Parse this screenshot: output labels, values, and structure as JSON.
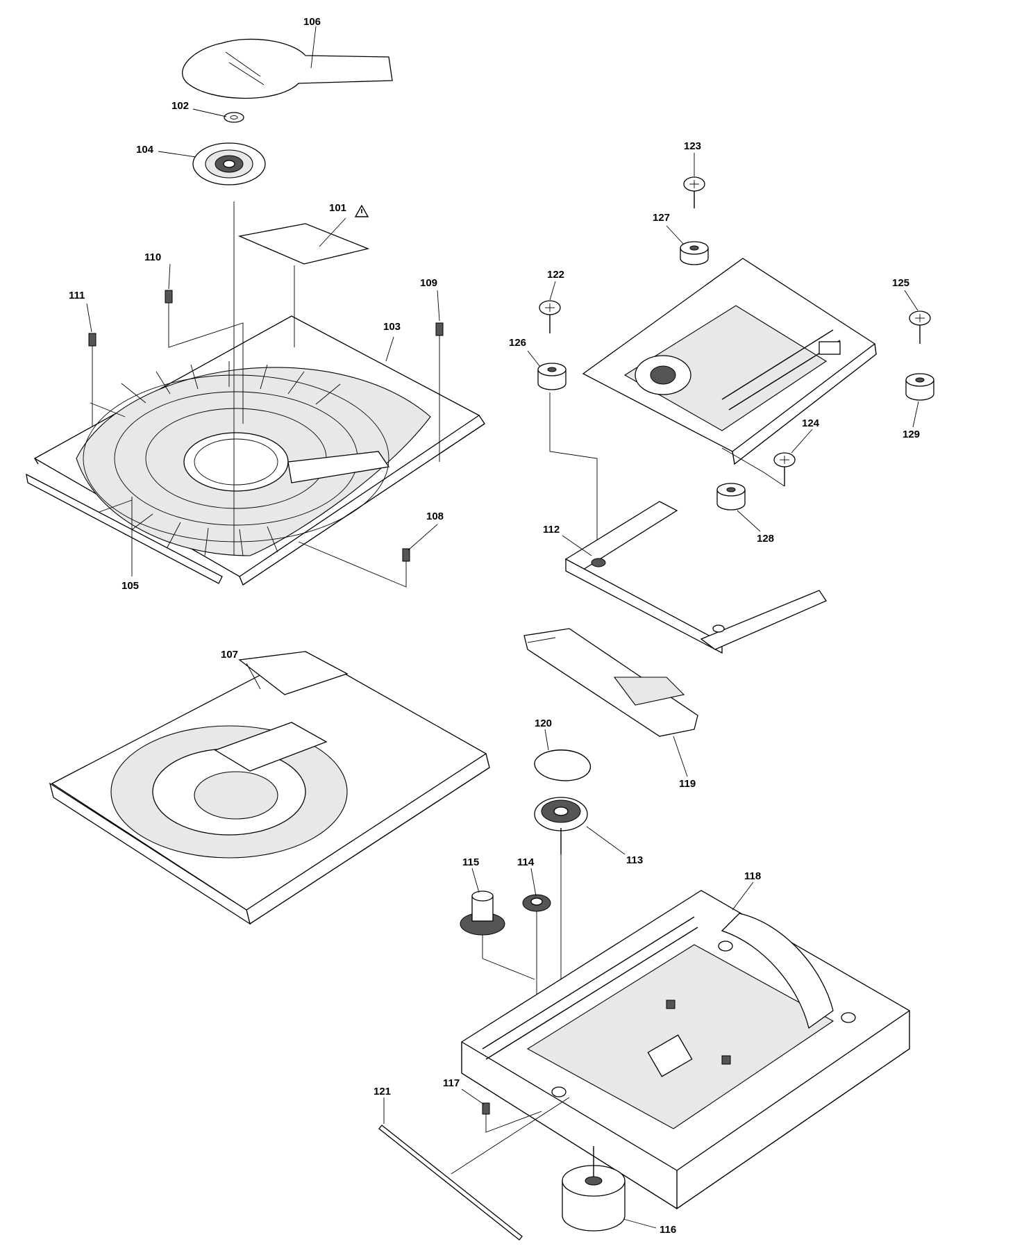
{
  "labels": {
    "p101": "101",
    "p102": "102",
    "p103": "103",
    "p104": "104",
    "p105": "105",
    "p106": "106",
    "p107": "107",
    "p108": "108",
    "p109": "109",
    "p110": "110",
    "p111": "111",
    "p112": "112",
    "p113": "113",
    "p114": "114",
    "p115": "115",
    "p116": "116",
    "p117": "117",
    "p118": "118",
    "p119": "119",
    "p120": "120",
    "p121": "121",
    "p122": "122",
    "p123": "123",
    "p124": "124",
    "p125": "125",
    "p126": "126",
    "p127": "127",
    "p128": "128",
    "p129": "129"
  },
  "icons": {
    "caution": "warning-triangle-icon"
  }
}
